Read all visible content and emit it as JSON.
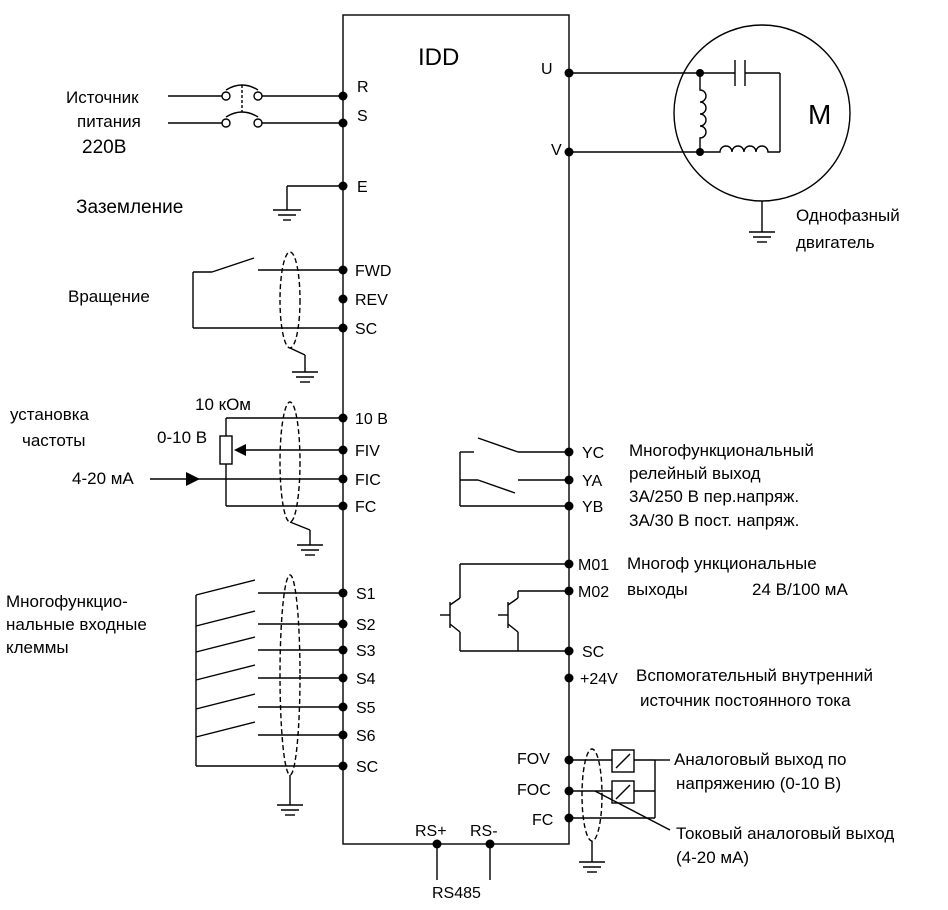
{
  "device": {
    "title": "IDD"
  },
  "left_terminals": {
    "r": "R",
    "s": "S",
    "e": "E",
    "fwd": "FWD",
    "rev": "REV",
    "sc1": "SC",
    "v10": "10 В",
    "fiv": "FIV",
    "fic": "FIC",
    "fc": "FC",
    "s1": "S1",
    "s2": "S2",
    "s3": "S3",
    "s4": "S4",
    "s5": "S5",
    "s6": "S6",
    "sc2": "SC"
  },
  "right_terminals": {
    "u": "U",
    "v": "V",
    "yc": "YC",
    "ya": "YA",
    "yb": "YB",
    "m01": "M01",
    "m02": "M02",
    "sc": "SC",
    "p24": "+24V",
    "fov": "FOV",
    "foc": "FOC",
    "fc": "FC"
  },
  "bottom_terminals": {
    "rs_plus": "RS+",
    "rs_minus": "RS-",
    "rs485": "RS485"
  },
  "labels": {
    "power_line1": "Источник",
    "power_line2": "питания",
    "power_line3": "220В",
    "ground": "Заземление",
    "rotation": "Вращение",
    "freq_line1": "установка",
    "freq_line2": "частоты",
    "pot_value": "10 кОм",
    "voltage_range": "0-10 В",
    "current_in": "4-20 мА",
    "inputs_line1": "Многофункцио-",
    "inputs_line2": "нальные входные",
    "inputs_line3": "клеммы",
    "motor_symbol": "M",
    "motor_line1": "Однофазный",
    "motor_line2": "двигатель",
    "relay_line1": "Многофункциональный",
    "relay_line2": "релейный выход",
    "relay_line3": "3А/250 В пер.напряж.",
    "relay_line4": "3А/30 В пост. напряж.",
    "outputs_line1": "Многоф ункциональные",
    "outputs_line2": "выходы",
    "outputs_rating": "24 В/100 мА",
    "aux_line1": "Вспомогательный внутренний",
    "aux_line2": "источник постоянного тока",
    "analog_v_line1": "Аналоговый выход по",
    "analog_v_line2": "напряжению (0-10 В)",
    "analog_i_line1": "Токовый аналоговый выход",
    "analog_i_line2": "(4-20 мА)"
  }
}
